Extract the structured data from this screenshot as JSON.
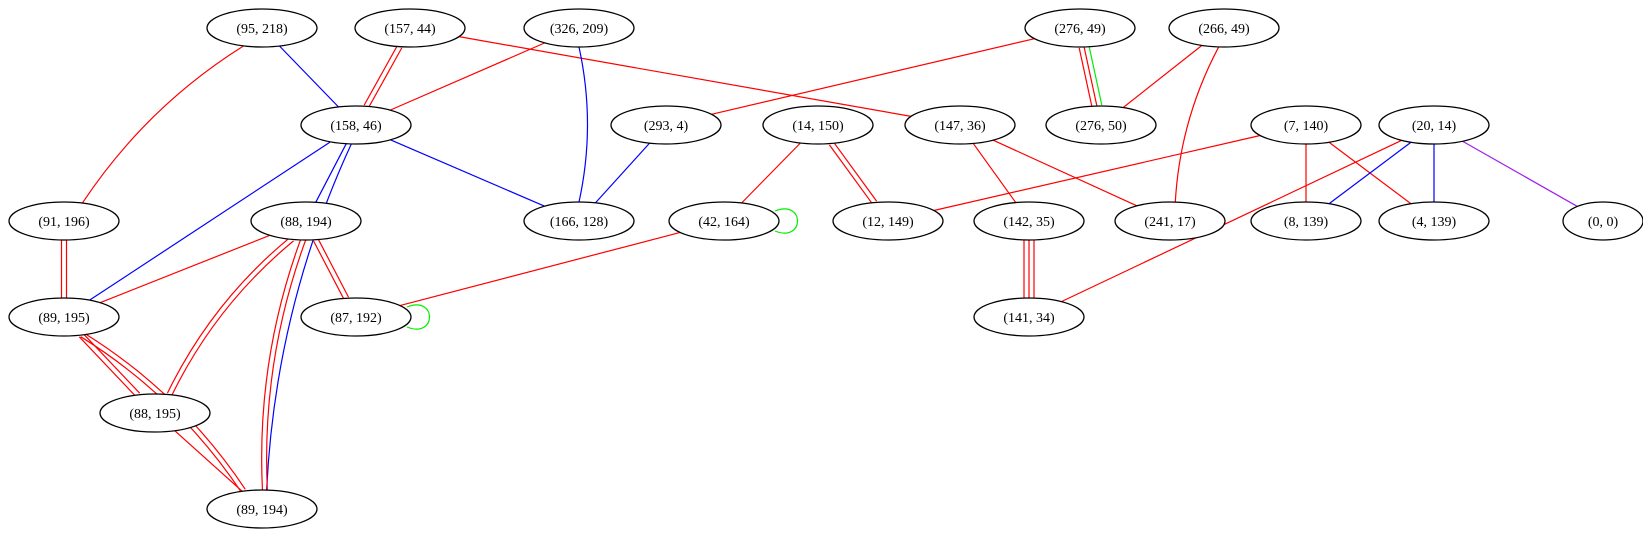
{
  "colors": {
    "red": "#ff0000",
    "blue": "#0000ff",
    "green": "#00ee00",
    "purple": "#a020f0",
    "node_stroke": "#000000",
    "background": "#ffffff"
  },
  "nodes": [
    {
      "id": "n95_218",
      "label": "(95, 218)"
    },
    {
      "id": "n157_44",
      "label": "(157, 44)"
    },
    {
      "id": "n326_209",
      "label": "(326, 209)"
    },
    {
      "id": "n276_49",
      "label": "(276, 49)"
    },
    {
      "id": "n266_49",
      "label": "(266, 49)"
    },
    {
      "id": "n158_46",
      "label": "(158, 46)"
    },
    {
      "id": "n293_4",
      "label": "(293, 4)"
    },
    {
      "id": "n14_150",
      "label": "(14, 150)"
    },
    {
      "id": "n147_36",
      "label": "(147, 36)"
    },
    {
      "id": "n276_50",
      "label": "(276, 50)"
    },
    {
      "id": "n7_140",
      "label": "(7, 140)"
    },
    {
      "id": "n20_14",
      "label": "(20, 14)"
    },
    {
      "id": "n91_196",
      "label": "(91, 196)"
    },
    {
      "id": "n88_194",
      "label": "(88, 194)"
    },
    {
      "id": "n166_128",
      "label": "(166, 128)"
    },
    {
      "id": "n42_164",
      "label": "(42, 164)"
    },
    {
      "id": "n12_149",
      "label": "(12, 149)"
    },
    {
      "id": "n142_35",
      "label": "(142, 35)"
    },
    {
      "id": "n241_17",
      "label": "(241, 17)"
    },
    {
      "id": "n8_139",
      "label": "(8, 139)"
    },
    {
      "id": "n4_139",
      "label": "(4, 139)"
    },
    {
      "id": "n0_0",
      "label": "(0, 0)"
    },
    {
      "id": "n89_195",
      "label": "(89, 195)"
    },
    {
      "id": "n87_192",
      "label": "(87, 192)"
    },
    {
      "id": "n141_34",
      "label": "(141, 34)"
    },
    {
      "id": "n88_195",
      "label": "(88, 195)"
    },
    {
      "id": "n89_194",
      "label": "(89, 194)"
    }
  ],
  "edges": [
    {
      "from": "n95_218",
      "to": "n158_46",
      "color": "blue"
    },
    {
      "from": "n95_218",
      "to": "n91_196",
      "color": "red"
    },
    {
      "from": "n157_44",
      "to": "n158_46",
      "color": "red"
    },
    {
      "from": "n157_44",
      "to": "n158_46",
      "color": "red"
    },
    {
      "from": "n157_44",
      "to": "n147_36",
      "color": "red"
    },
    {
      "from": "n326_209",
      "to": "n158_46",
      "color": "red"
    },
    {
      "from": "n326_209",
      "to": "n166_128",
      "color": "blue"
    },
    {
      "from": "n276_49",
      "to": "n293_4",
      "color": "red"
    },
    {
      "from": "n276_49",
      "to": "n276_50",
      "color": "green"
    },
    {
      "from": "n276_49",
      "to": "n276_50",
      "color": "red"
    },
    {
      "from": "n276_49",
      "to": "n276_50",
      "color": "red"
    },
    {
      "from": "n266_49",
      "to": "n276_50",
      "color": "red"
    },
    {
      "from": "n266_49",
      "to": "n241_17",
      "color": "red"
    },
    {
      "from": "n158_46",
      "to": "n88_194",
      "color": "blue"
    },
    {
      "from": "n158_46",
      "to": "n166_128",
      "color": "blue"
    },
    {
      "from": "n158_46",
      "to": "n89_195",
      "color": "blue"
    },
    {
      "from": "n158_46",
      "to": "n89_194",
      "color": "blue"
    },
    {
      "from": "n293_4",
      "to": "n166_128",
      "color": "blue"
    },
    {
      "from": "n14_150",
      "to": "n42_164",
      "color": "red"
    },
    {
      "from": "n14_150",
      "to": "n12_149",
      "color": "red"
    },
    {
      "from": "n14_150",
      "to": "n12_149",
      "color": "red"
    },
    {
      "from": "n147_36",
      "to": "n142_35",
      "color": "red"
    },
    {
      "from": "n147_36",
      "to": "n241_17",
      "color": "red"
    },
    {
      "from": "n7_140",
      "to": "n12_149",
      "color": "red"
    },
    {
      "from": "n7_140",
      "to": "n8_139",
      "color": "red"
    },
    {
      "from": "n7_140",
      "to": "n4_139",
      "color": "red"
    },
    {
      "from": "n20_14",
      "to": "n8_139",
      "color": "blue"
    },
    {
      "from": "n20_14",
      "to": "n4_139",
      "color": "blue"
    },
    {
      "from": "n20_14",
      "to": "n0_0",
      "color": "purple"
    },
    {
      "from": "n20_14",
      "to": "n141_34",
      "color": "red"
    },
    {
      "from": "n91_196",
      "to": "n89_195",
      "color": "red"
    },
    {
      "from": "n91_196",
      "to": "n89_195",
      "color": "red"
    },
    {
      "from": "n88_194",
      "to": "n89_195",
      "color": "red"
    },
    {
      "from": "n88_194",
      "to": "n87_192",
      "color": "red"
    },
    {
      "from": "n88_194",
      "to": "n87_192",
      "color": "red"
    },
    {
      "from": "n88_194",
      "to": "n88_195",
      "color": "red"
    },
    {
      "from": "n88_194",
      "to": "n88_195",
      "color": "red"
    },
    {
      "from": "n88_194",
      "to": "n89_194",
      "color": "red"
    },
    {
      "from": "n88_194",
      "to": "n89_194",
      "color": "red"
    },
    {
      "from": "n42_164",
      "to": "n42_164",
      "color": "green"
    },
    {
      "from": "n42_164",
      "to": "n87_192",
      "color": "red"
    },
    {
      "from": "n87_192",
      "to": "n87_192",
      "color": "green"
    },
    {
      "from": "n142_35",
      "to": "n141_34",
      "color": "red"
    },
    {
      "from": "n142_35",
      "to": "n141_34",
      "color": "red"
    },
    {
      "from": "n142_35",
      "to": "n141_34",
      "color": "red"
    },
    {
      "from": "n89_195",
      "to": "n88_195",
      "color": "red"
    },
    {
      "from": "n89_195",
      "to": "n88_195",
      "color": "red"
    },
    {
      "from": "n89_195",
      "to": "n89_194",
      "color": "red"
    },
    {
      "from": "n89_195",
      "to": "n89_194",
      "color": "red"
    },
    {
      "from": "n88_195",
      "to": "n89_194",
      "color": "red"
    }
  ]
}
